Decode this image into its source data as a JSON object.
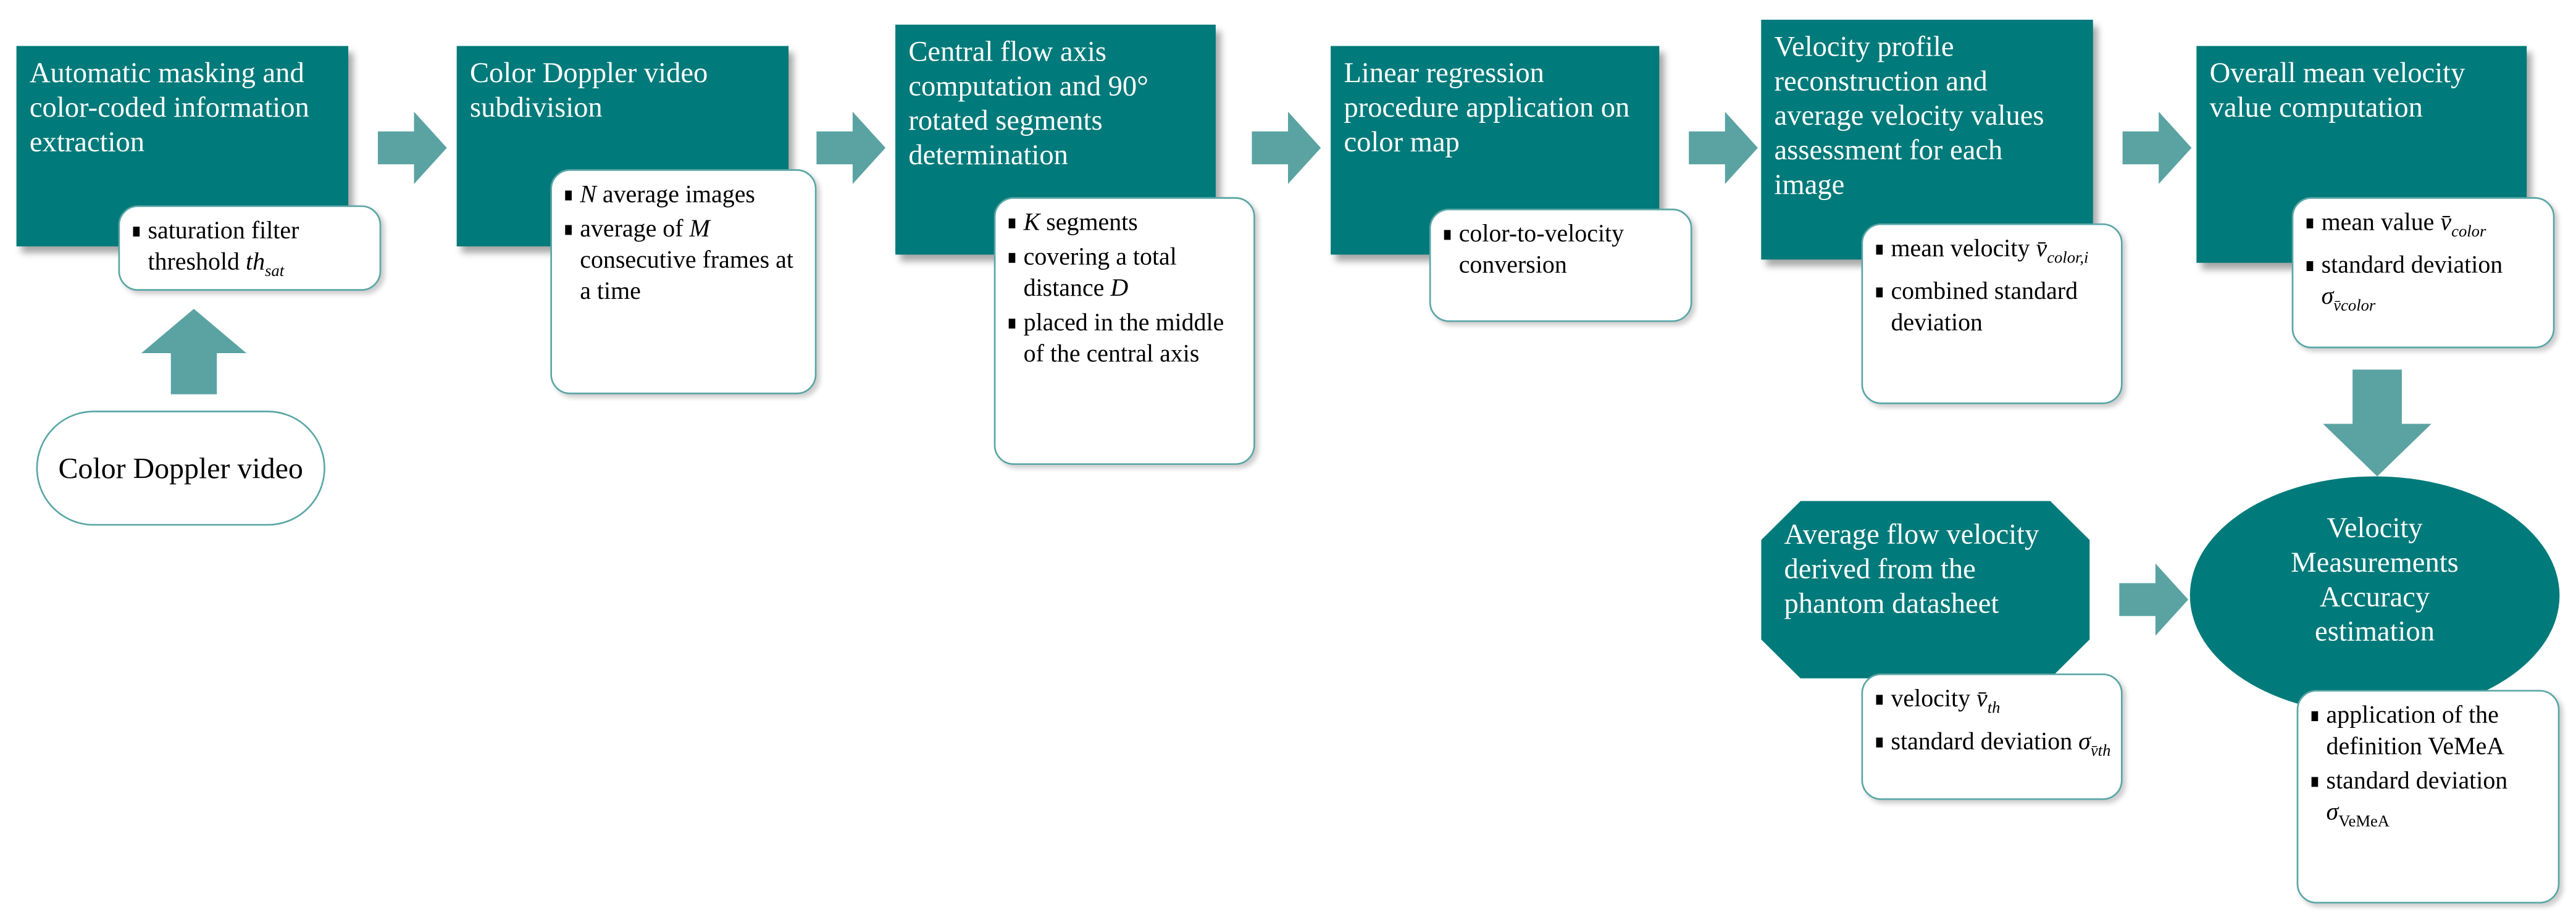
{
  "colors": {
    "primary": "#007a7a",
    "arrow": "#5ba3a3",
    "box_border": "#5aa6a6"
  },
  "steps": [
    {
      "title": "Automatic masking and color-coded information extraction",
      "items": [
        {
          "t": "saturation filter threshold ",
          "v": "th",
          "s": "sat"
        }
      ]
    },
    {
      "title": "Color Doppler video subdivision",
      "items": [
        {
          "v": "N",
          "t": " average images"
        },
        {
          "t": "average of ",
          "v": "M",
          "t2": " consecutive frames at a time"
        }
      ]
    },
    {
      "title": "Central flow axis computation and 90° rotated segments determination",
      "items": [
        {
          "v": "K",
          "t": " segments"
        },
        {
          "t": "covering a total distance ",
          "v": "D"
        },
        {
          "t": "placed in the middle of the central axis"
        }
      ]
    },
    {
      "title": "Linear regression procedure application on color map",
      "items": [
        {
          "t": "color-to-velocity conversion"
        }
      ]
    },
    {
      "title": "Velocity profile reconstruction and average velocity values assessment for each image",
      "items": [
        {
          "t": "mean velocity ",
          "v": "v̄",
          "s": "color,i"
        },
        {
          "t": "combined standard deviation"
        }
      ]
    },
    {
      "title": "Overall mean velocity value computation",
      "items": [
        {
          "t": "mean value ",
          "v": "v̄",
          "s": "color"
        },
        {
          "t": "standard deviation ",
          "v": "σ",
          "s": "v̄color"
        }
      ]
    }
  ],
  "input": {
    "label": "Color Doppler video"
  },
  "reference": {
    "title": "Average flow velocity derived from the phantom datasheet",
    "items": [
      {
        "t": "velocity ",
        "v": "v̄",
        "s": "th"
      },
      {
        "t": "standard deviation ",
        "v": "σ",
        "s": "v̄th"
      }
    ]
  },
  "result": {
    "title": "Velocity Measurements Accuracy estimation",
    "items": [
      {
        "t": "application of the definition VeMeA"
      },
      {
        "t": "standard deviation ",
        "v": "σ",
        "s": "VeMeA"
      }
    ]
  }
}
